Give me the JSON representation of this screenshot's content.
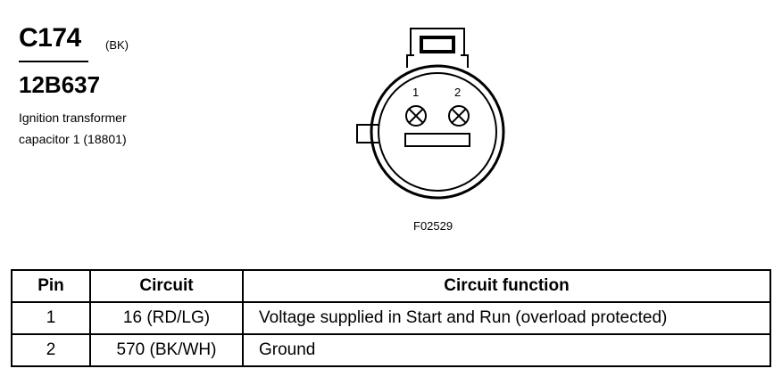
{
  "connector": {
    "id": "C174",
    "color_code": "(BK)",
    "part_number": "12B637",
    "description_line1": "Ignition transformer",
    "description_line2": "capacitor 1 (18801)"
  },
  "diagram": {
    "pin_labels": [
      "1",
      "2"
    ],
    "figure_id": "F02529"
  },
  "table": {
    "headers": [
      "Pin",
      "Circuit",
      "Circuit function"
    ],
    "rows": [
      {
        "pin": "1",
        "circuit": "16 (RD/LG)",
        "function": "Voltage supplied in Start and Run (overload protected)"
      },
      {
        "pin": "2",
        "circuit": "570 (BK/WH)",
        "function": "Ground"
      }
    ]
  }
}
